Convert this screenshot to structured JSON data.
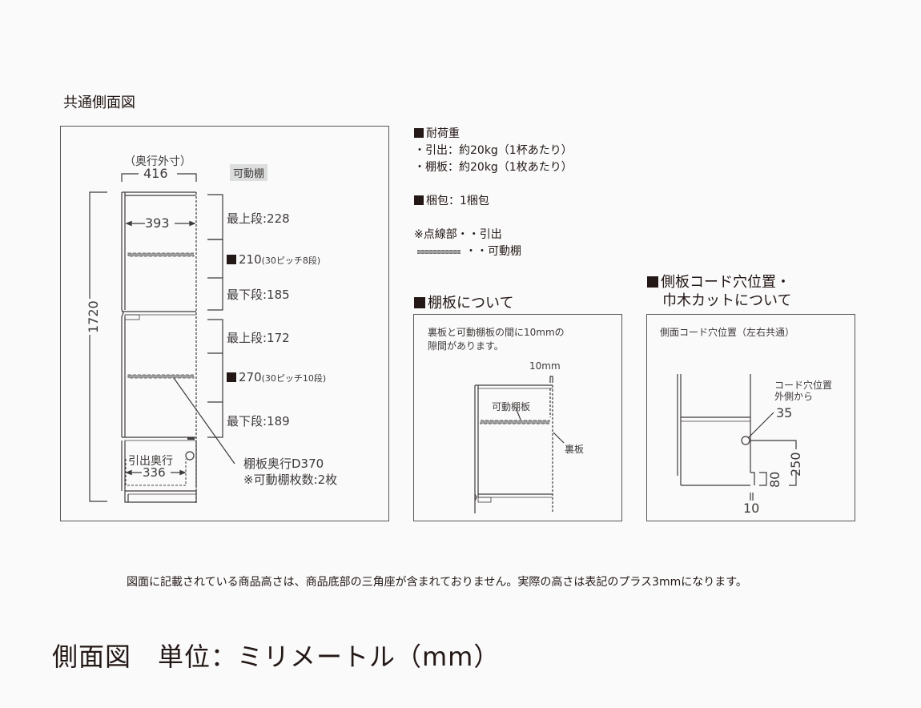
{
  "common_side_view": {
    "title": "共通側面図",
    "external_depth_label": "（奥行外寸）",
    "external_depth": "416",
    "inner_depth": "393",
    "total_height": "1720",
    "adjustable_shelf_tag": "可動棚",
    "upper_section": {
      "top_label": "最上段:228",
      "pitch_value": "210",
      "pitch_note": "(30ピッチ8段)",
      "bottom_label": "最下段:185"
    },
    "lower_section": {
      "top_label": "最上段:172",
      "pitch_value": "270",
      "pitch_note": "(30ピッチ10段)",
      "bottom_label": "最下段:189"
    },
    "drawer_depth_label": "引出奥行",
    "drawer_depth": "336",
    "shelf_depth_label": "棚板奥行D370",
    "shelf_count_label": "※可動棚枚数:2枚"
  },
  "specs": {
    "load_title": "耐荷重",
    "load_items": [
      "・引出：約20kg（1杯あたり）",
      "・棚板：約20kg（1枚あたり）"
    ],
    "package_title": "梱包：1梱包",
    "legend_title": "※点線部・・引出",
    "legend_shelf": "・・可動棚"
  },
  "shelf_panel": {
    "heading": "棚板について",
    "description_line1": "裏板と可動棚板の間に10mmの",
    "description_line2": "隙間があります。",
    "gap_label": "10mm",
    "shelf_label": "可動棚板",
    "back_panel_label": "裏板"
  },
  "cord_panel": {
    "heading_line1": "側板コード穴位置・",
    "heading_line2": "巾木カットについて",
    "subtitle": "側面コード穴位置（左右共通）",
    "hole_label_line1": "コード穴位置",
    "hole_label_line2": "外側から",
    "hole_offset": "35",
    "hole_height": "250",
    "cut_height": "80",
    "cut_depth": "10"
  },
  "footnote": "図面に記載されている商品高さは、商品底部の三角座が含まれておりません。実際の高さは表記のプラス3mmになります。",
  "footer_title": "側面図　単位：ミリメートル（mm）",
  "colors": {
    "line": "#3e3a39",
    "shelf_fill": "#9fa0a0",
    "tag_bg": "#dcdddd",
    "text": "#231815"
  }
}
